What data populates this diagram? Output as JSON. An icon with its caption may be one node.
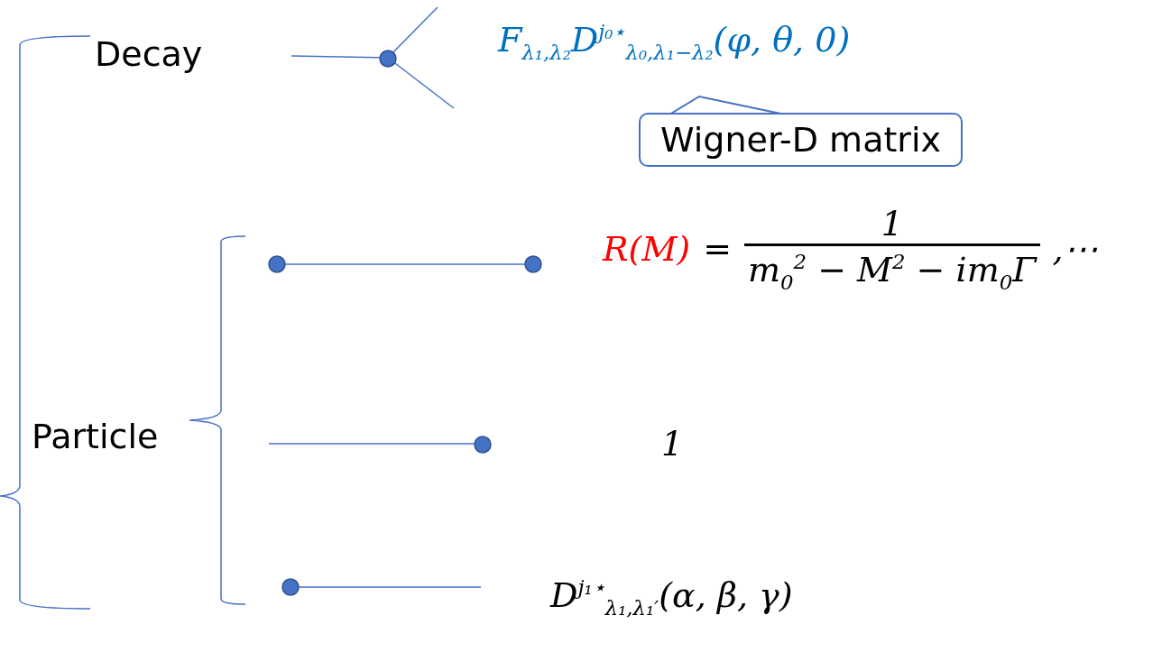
{
  "diagram": {
    "nodes": [
      {
        "text": [
          "Decay"
        ]
      },
      {
        "text": [
          "F$_{λ₁,λ₂}$D$^{j₀⋆}$$_{λ₀,λ₁−λ₂}$(φ, θ, 0)"
        ]
      },
      {
        "text": [
          "Wigner-D matrix"
        ]
      },
      {
        "text": [
          "Particle"
        ]
      },
      {
        "text": [
          "R(M)",
          "=",
          "1",
          "m$_{0}$$^{2}$ − M$^{2}$ − im$_{0}$Γ",
          ",⋯"
        ]
      },
      {
        "text": [
          "1"
        ]
      },
      {
        "text": [
          "D$^{j₁⋆}$$_{λ₁,λ₁′}$(α, β, γ)"
        ]
      }
    ]
  }
}
